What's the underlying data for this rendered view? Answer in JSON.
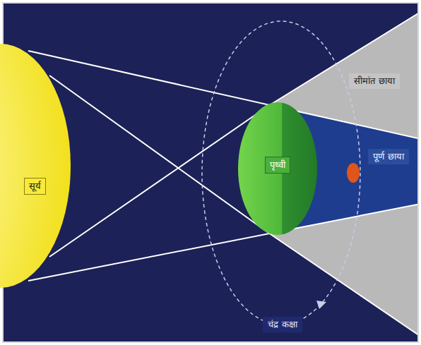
{
  "diagram": {
    "nodes": [
      {
        "text": [
          "सूर्य"
        ]
      },
      {
        "text": [
          "पृथ्वी"
        ]
      }
    ],
    "labels": [
      "सीमांत छाया",
      "पूर्ण छाया",
      "चंद्र कक्षा"
    ]
  }
}
